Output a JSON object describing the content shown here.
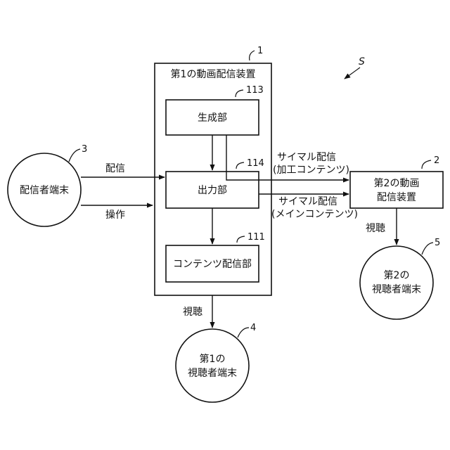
{
  "system_label": "S",
  "device1": {
    "ref": "1",
    "title": "第1の動画配信装置"
  },
  "generator": {
    "ref": "113",
    "label": "生成部"
  },
  "output": {
    "ref": "114",
    "label": "出力部"
  },
  "content": {
    "ref": "111",
    "label": "コンテンツ配信部"
  },
  "distributor": {
    "ref": "3",
    "label": "配信者端末"
  },
  "device2": {
    "ref": "2",
    "line1": "第2の動画",
    "line2": "配信装置"
  },
  "viewer1": {
    "ref": "4",
    "line1": "第1の",
    "line2": "視聴者端末"
  },
  "viewer2": {
    "ref": "5",
    "line1": "第2の",
    "line2": "視聴者端末"
  },
  "flows": {
    "distribution": "配信",
    "operation": "操作",
    "simul_upper_1": "サイマル配信",
    "simul_upper_2": "(加工コンテンツ)",
    "simul_lower_1": "サイマル配信",
    "simul_lower_2": "(メインコンテンツ)",
    "viewing_left": "視聴",
    "viewing_right": "視聴"
  }
}
